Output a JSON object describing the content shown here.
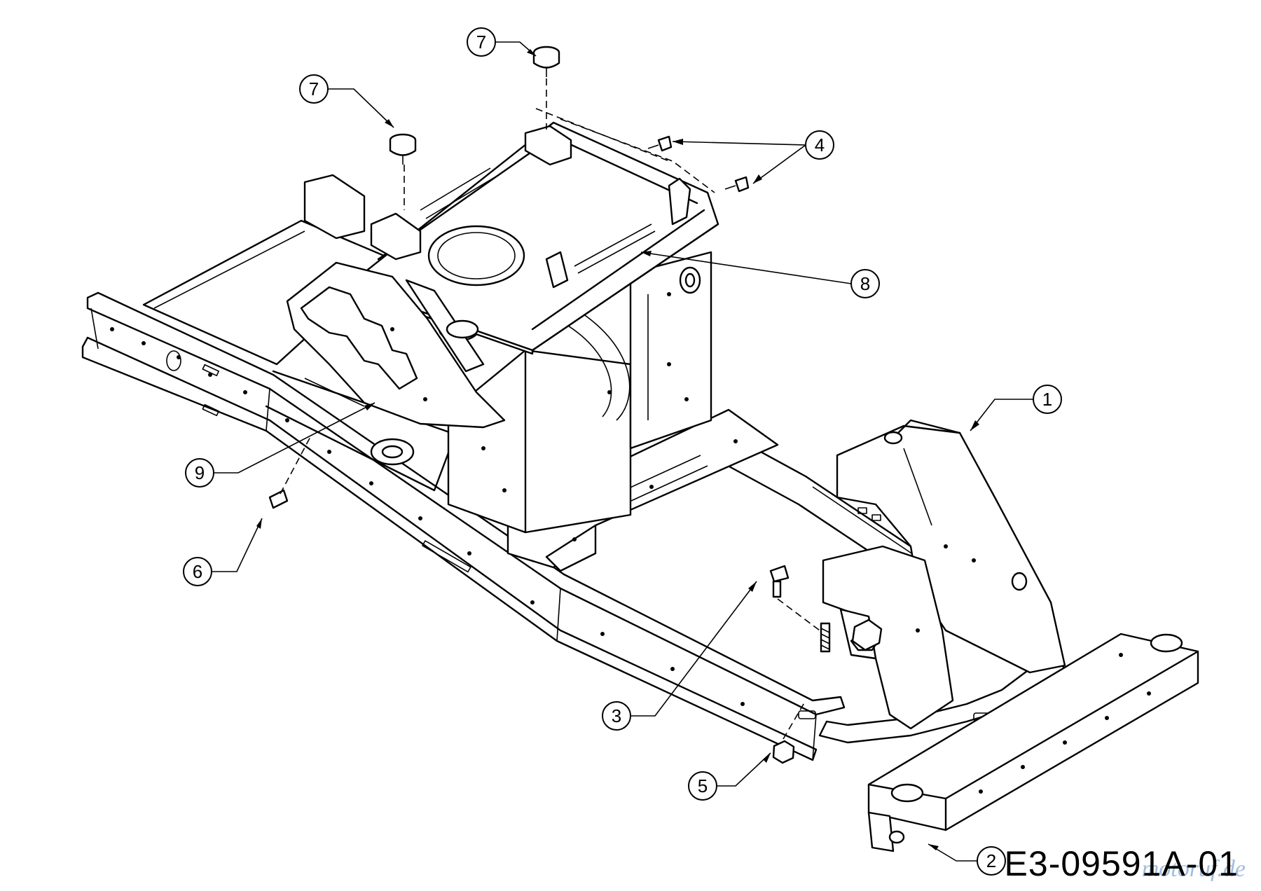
{
  "drawing_code": "E3-09591A-01",
  "watermark": "motoruf.de",
  "colors": {
    "line": "#000000",
    "background": "#ffffff",
    "watermark": "#2f6fb5"
  },
  "callouts": [
    {
      "label": "1",
      "part": "front-axle-bracket"
    },
    {
      "label": "2",
      "part": "front-cross-beam"
    },
    {
      "label": "3",
      "part": "bolt"
    },
    {
      "label": "4",
      "part": "screws"
    },
    {
      "label": "5",
      "part": "nut"
    },
    {
      "label": "6",
      "part": "clip"
    },
    {
      "label": "7",
      "part": "rubber-buffer"
    },
    {
      "label": "7",
      "part": "rubber-buffer"
    },
    {
      "label": "8",
      "part": "seat-console-frame"
    },
    {
      "label": "9",
      "part": "height-adjust-plate"
    }
  ]
}
